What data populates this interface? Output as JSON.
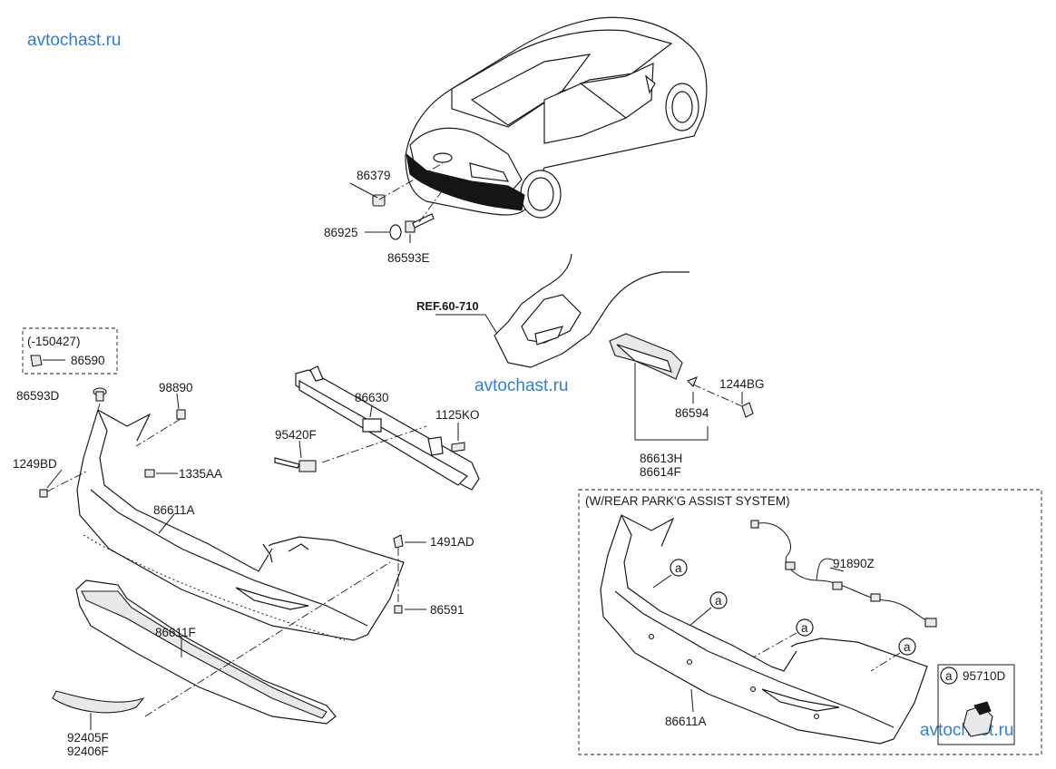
{
  "watermarks": [
    "avtochast.ru",
    "avtochast.ru",
    "avtochast.ru"
  ],
  "reference": "REF.60-710",
  "option_box": {
    "title": "(W/REAR PARK'G ASSIST SYSTEM)",
    "markers": [
      "a",
      "a",
      "a",
      "a"
    ],
    "bumper_part": "86611A",
    "harness_part": "91890Z",
    "bracket_marker": "a",
    "bracket_part": "95710D"
  },
  "date_box": {
    "label": "(-150427)",
    "part": "86590"
  },
  "parts": {
    "p86379": "86379",
    "p86925": "86925",
    "p86593E": "86593E",
    "p86593D": "86593D",
    "p98890": "98890",
    "p86630": "86630",
    "p1125KO": "1125KO",
    "p95420F": "95420F",
    "p1249BD": "1249BD",
    "p1335AA": "1335AA",
    "p86611A": "86611A",
    "p1491AD": "1491AD",
    "p86591": "86591",
    "p86611F": "86611F",
    "p92405F": "92405F",
    "p92406F": "92406F",
    "p1244BG": "1244BG",
    "p86594": "86594",
    "p86613H": "86613H",
    "p86614F": "86614F"
  }
}
